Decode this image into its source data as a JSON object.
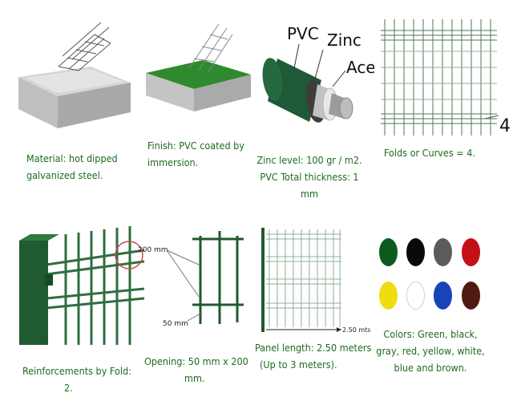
{
  "panels": [
    {
      "id": "material",
      "lines": [
        "Material: hot dipped",
        "galvanized steel."
      ],
      "icon": "hot-dip-tank-illustration"
    },
    {
      "id": "finish",
      "lines": [
        "Finish: PVC coated by",
        "immersion."
      ],
      "icon": "pvc-dip-tank-illustration"
    },
    {
      "id": "zinc",
      "lines": [
        "Zinc level: 100 gr / m2.",
        "PVC Total thickness: 1",
        "mm"
      ],
      "icon": "wire-cross-section-illustration",
      "layers": {
        "pvc": "PVC",
        "zinc": "Zinc",
        "steel": "Acero"
      }
    },
    {
      "id": "folds",
      "lines": [
        "Folds or Curves = 4."
      ],
      "icon": "folded-panel-illustration",
      "count_label": "4"
    },
    {
      "id": "reinforcements",
      "lines": [
        "Reinforcements by Fold:",
        "2."
      ],
      "icon": "post-and-panel-illustration"
    },
    {
      "id": "opening",
      "lines": [
        "Opening: 50 mm x 200",
        "mm."
      ],
      "icon": "mesh-opening-illustration",
      "dim_tall": "200 mm",
      "dim_wide": "50 mm"
    },
    {
      "id": "length",
      "lines": [
        "Panel length: 2.50 meters",
        "(Up to 3 meters)."
      ],
      "icon": "panel-length-illustration",
      "dim": "2.50 mts"
    },
    {
      "id": "colors",
      "lines": [
        "Colors: Green, black,",
        "gray, red, yellow, white,",
        "blue and brown."
      ],
      "swatches": [
        "#0d5a1f",
        "#0a0a0a",
        "#5b5b5b",
        "#c40f16",
        "#f0dc12",
        "#ffffff",
        "#1a43b8",
        "#4e1a12"
      ]
    }
  ],
  "colors": {
    "caption_green": "#1e6b1e",
    "panel_green": "#1f5a30"
  }
}
